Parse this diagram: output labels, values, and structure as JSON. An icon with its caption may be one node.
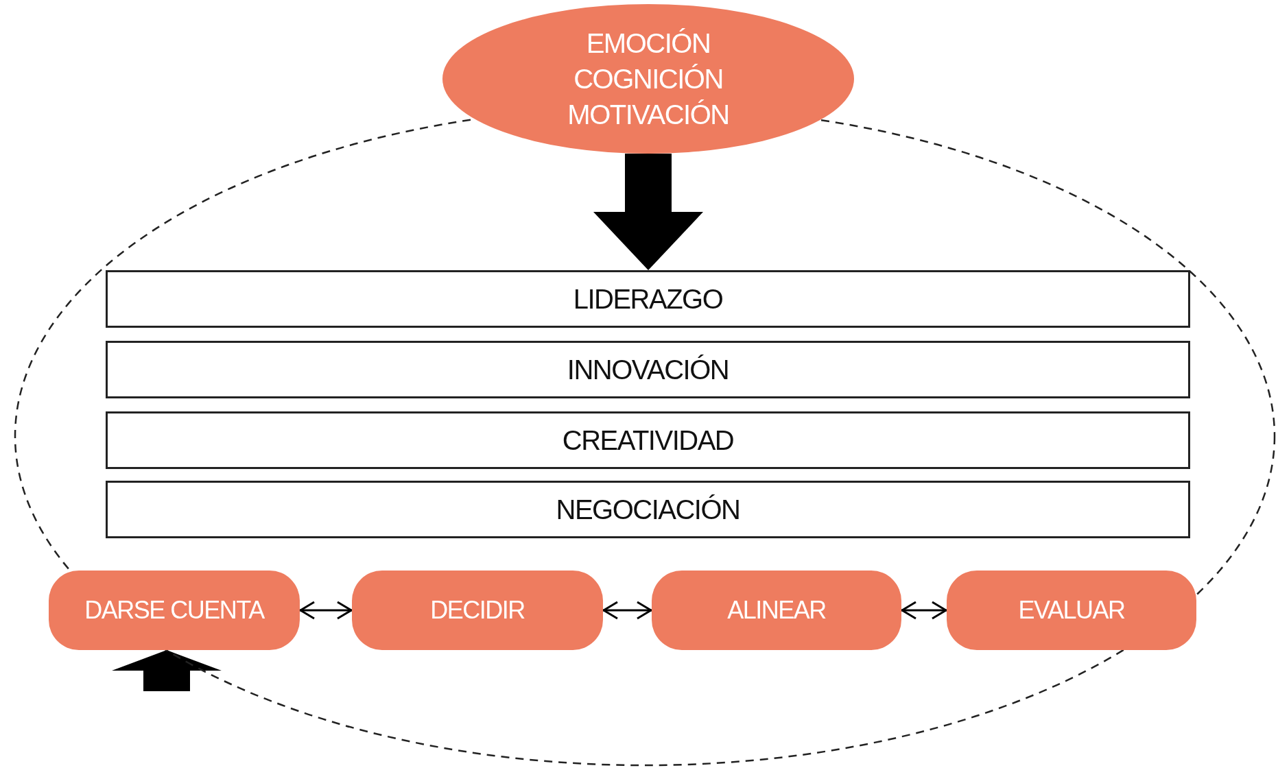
{
  "diagram": {
    "nodes": [
      {
        "text": [
          "EMOCIÓN",
          "COGNICIÓN",
          "MOTIVACIÓN"
        ]
      },
      {
        "text": [
          "LIDERAZGO"
        ]
      },
      {
        "text": [
          "INNOVACIÓN"
        ]
      },
      {
        "text": [
          "CREATIVIDAD"
        ]
      },
      {
        "text": [
          "NEGOCIACIÓN"
        ]
      },
      {
        "text": [
          "DARSE CUENTA"
        ]
      },
      {
        "text": [
          "DECIDIR"
        ]
      },
      {
        "text": [
          "ALINEAR"
        ]
      },
      {
        "text": [
          "EVALUAR"
        ]
      }
    ],
    "edges": [
      {
        "from": 0,
        "to": 1,
        "arrow": "to",
        "style": "thick"
      },
      {
        "from": 5,
        "to": 6,
        "arrow": "both"
      },
      {
        "from": 6,
        "to": 7,
        "arrow": "both"
      },
      {
        "from": 7,
        "to": 8,
        "arrow": "both"
      },
      {
        "from": null,
        "to": 5,
        "arrow": "to",
        "style": "thick"
      }
    ]
  }
}
